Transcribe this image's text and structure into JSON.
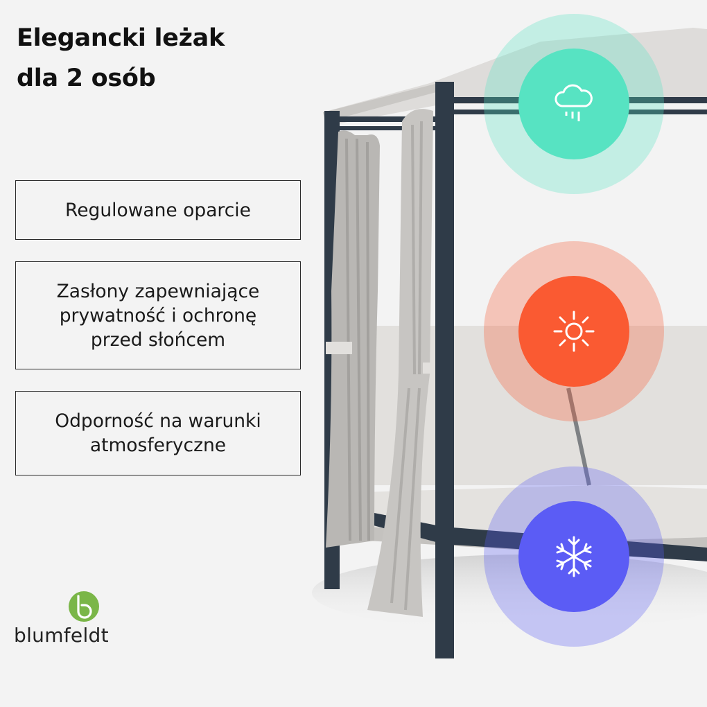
{
  "header": {
    "title_line1": "Elegancki leżak",
    "title_line2": "dla 2 osób"
  },
  "features": [
    {
      "lines": [
        "Regulowane oparcie"
      ]
    },
    {
      "lines": [
        "Zasłony zapewniające",
        "prywatność i ochronę",
        "przed słońcem"
      ]
    },
    {
      "lines": [
        "Odporność na warunki",
        "atmosferyczne"
      ]
    }
  ],
  "brand": {
    "name": "blumfeldt",
    "accent": "#7ab648"
  },
  "badges": [
    {
      "icon": "rain-cloud-icon",
      "color": "#57e3c2"
    },
    {
      "icon": "sun-icon",
      "color": "#fa5a32"
    },
    {
      "icon": "snowflake-icon",
      "color": "#5b5cf5"
    }
  ],
  "product": {
    "frame_color": "#2f3b48",
    "fabric_color": "#d6d4d1"
  }
}
